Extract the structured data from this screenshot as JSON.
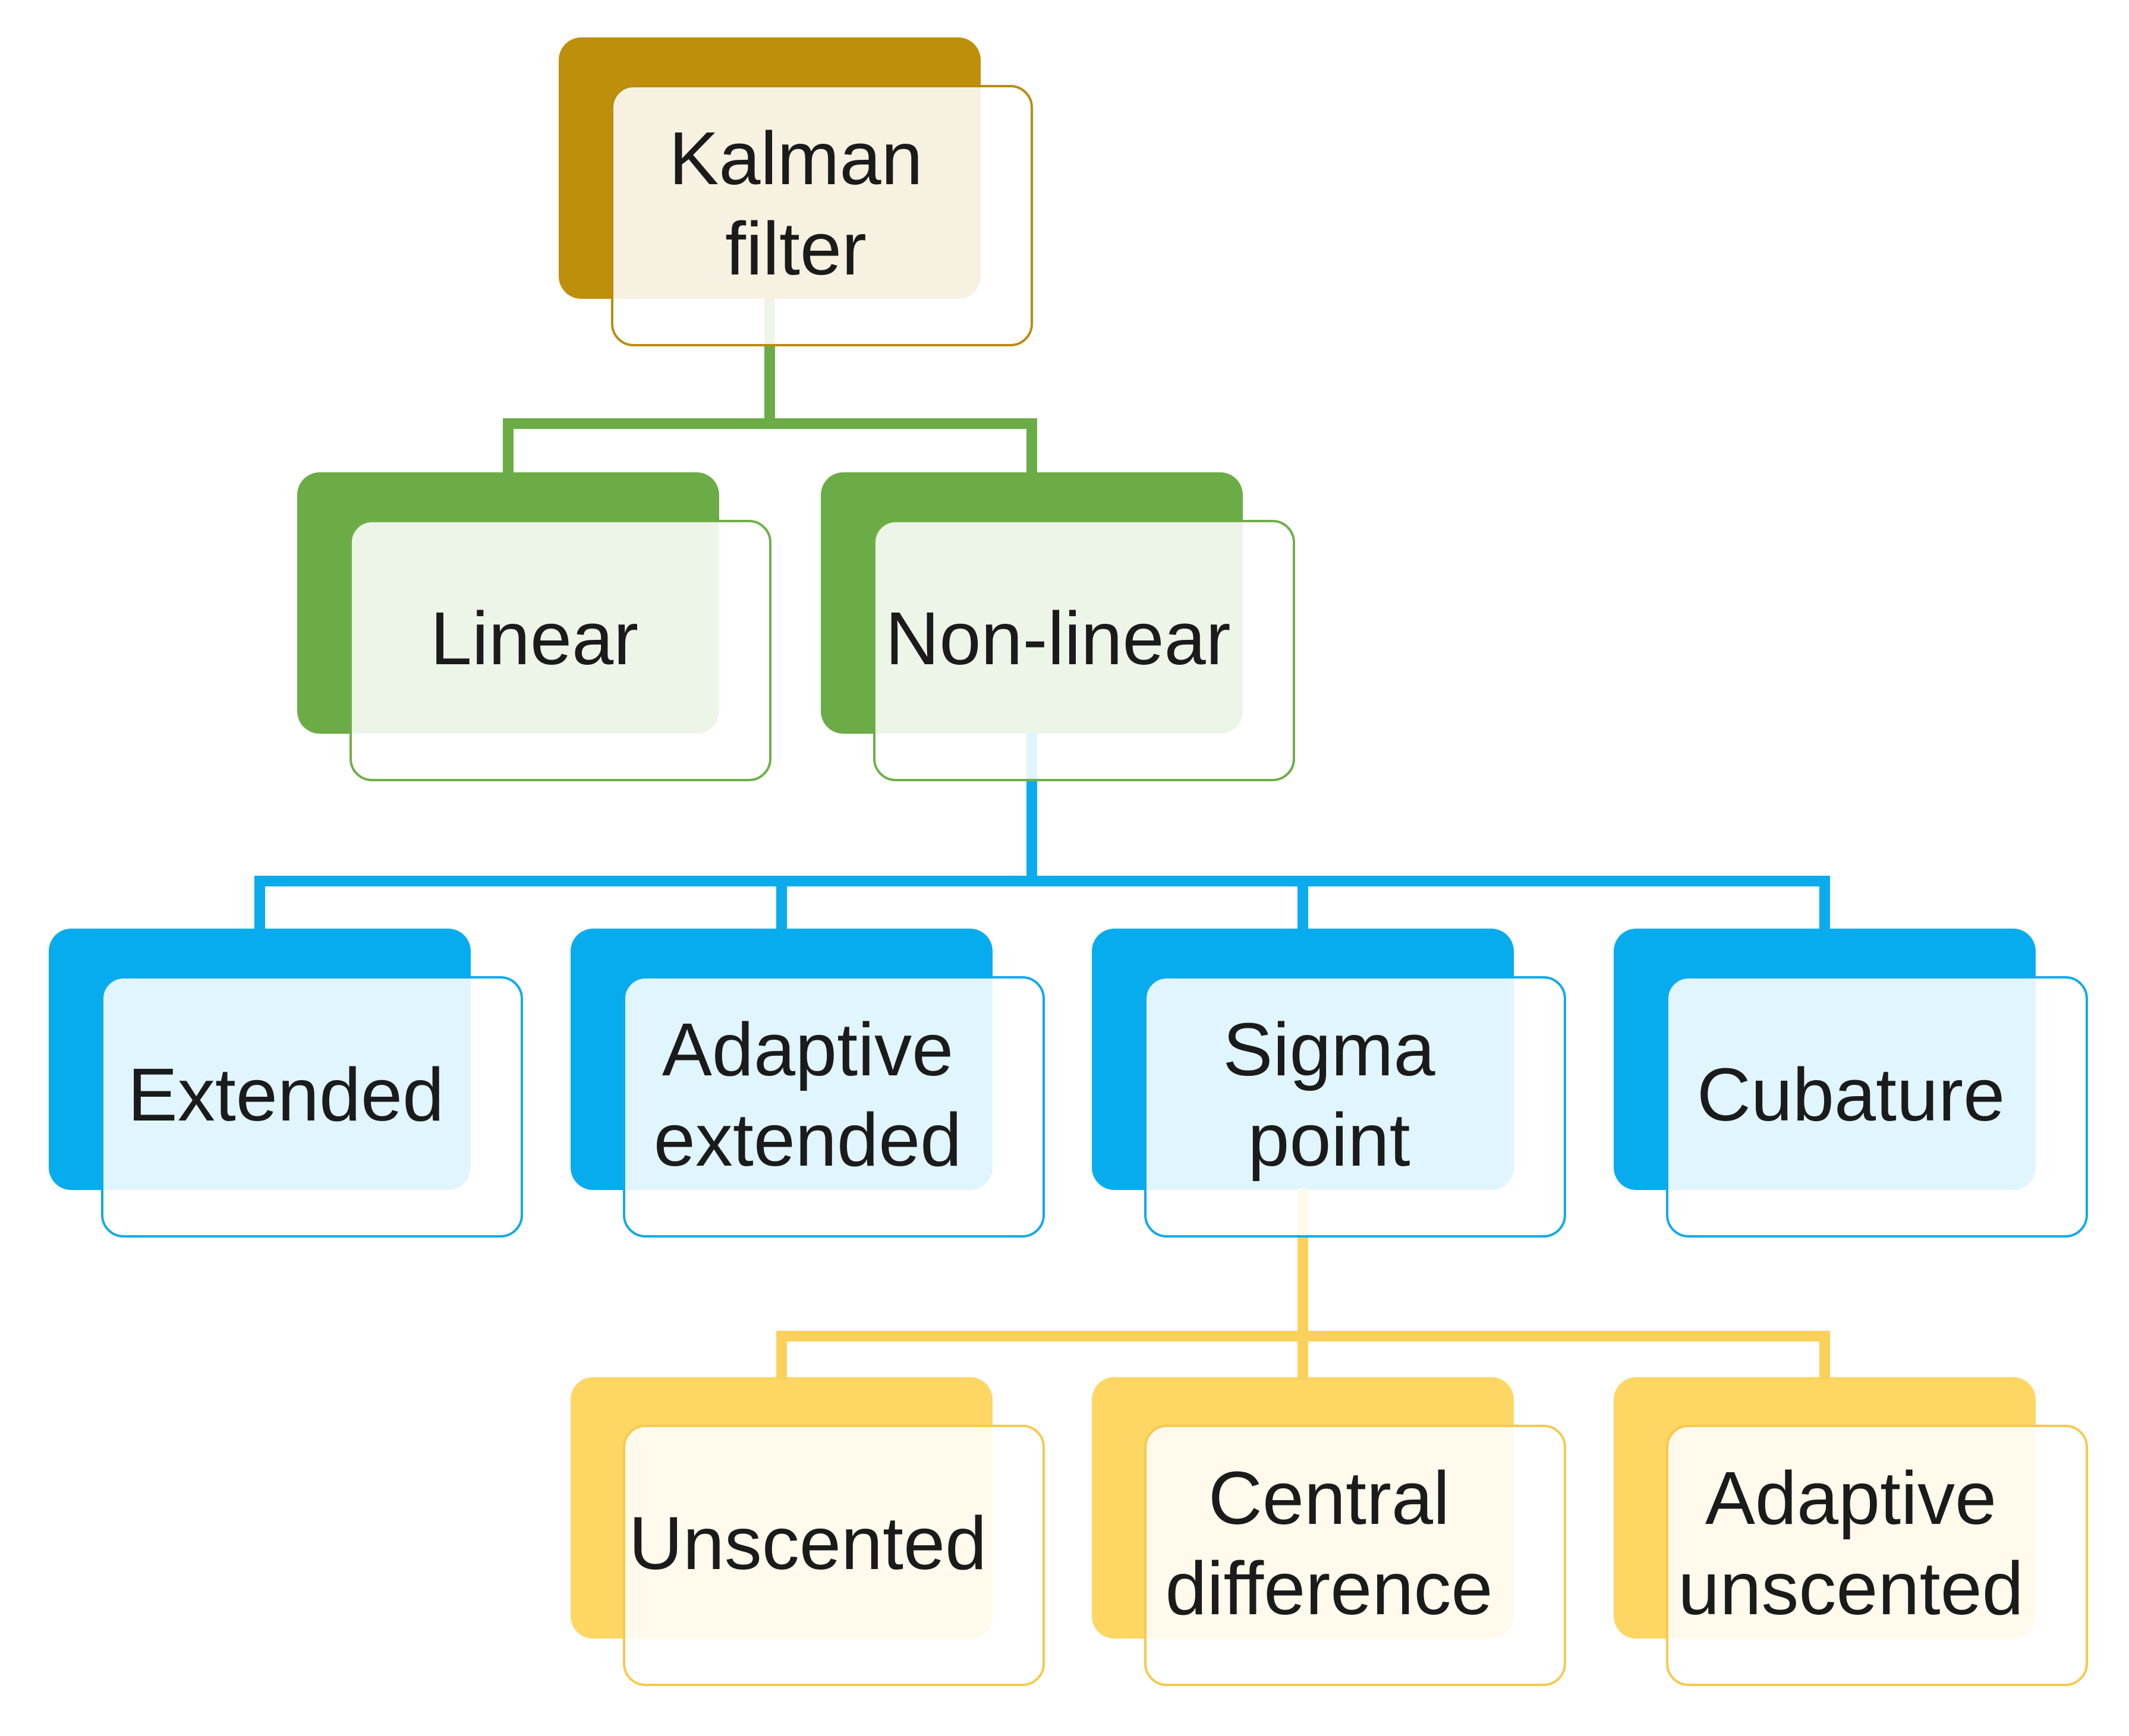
{
  "palette": {
    "background": "#FFFFFF",
    "text_color": "#1B1B1B",
    "card_front_fill": "rgba(255,255,255,0.88)",
    "themes": {
      "gold": {
        "back": "#BE8F0A",
        "border": "#B98C12"
      },
      "green": {
        "back": "#6BAC47",
        "border": "#6FAE47"
      },
      "blue": {
        "back": "#06ACEE",
        "border": "#12AAE8"
      },
      "yellow": {
        "back": "#FDD663",
        "border": "#F6C94E"
      }
    },
    "connectors": {
      "green": "#6CAC47",
      "blue": "#0AACEE",
      "yellow": "#FCD15B"
    }
  },
  "tree": {
    "label": "Kalman\nfilter",
    "theme": "gold",
    "children": [
      {
        "label": "Linear",
        "theme": "green",
        "children": []
      },
      {
        "label": "Non-linear",
        "theme": "green",
        "children": [
          {
            "label": "Extended",
            "theme": "blue",
            "children": []
          },
          {
            "label": "Adaptive\nextended",
            "theme": "blue",
            "children": []
          },
          {
            "label": "Sigma\npoint",
            "theme": "blue",
            "children": [
              {
                "label": "Unscented",
                "theme": "yellow",
                "children": []
              },
              {
                "label": "Central\ndifference",
                "theme": "yellow",
                "children": []
              },
              {
                "label": "Adaptive\nunscented",
                "theme": "yellow",
                "children": []
              }
            ]
          },
          {
            "label": "Cubature",
            "theme": "blue",
            "children": []
          }
        ]
      }
    ]
  }
}
